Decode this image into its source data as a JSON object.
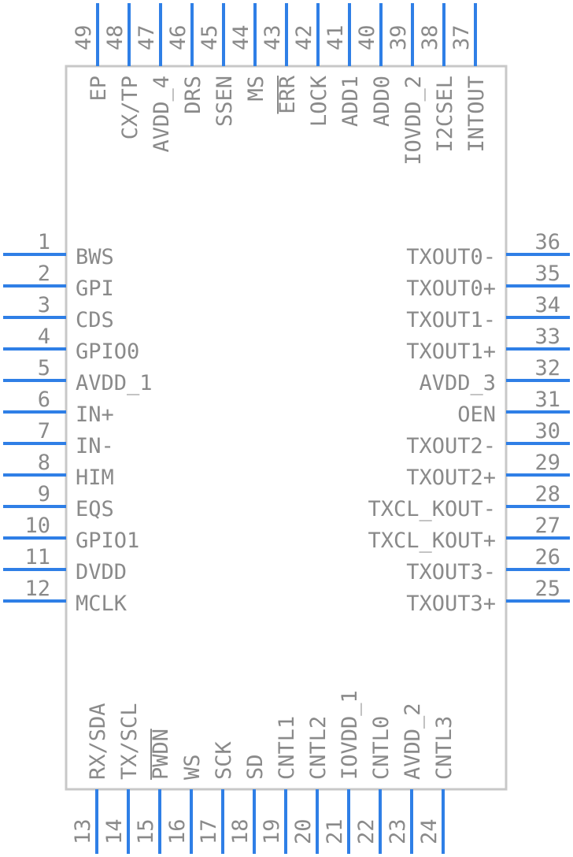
{
  "colors": {
    "pin": "#2f7fe6",
    "body_outline": "#c8c8c8",
    "text": "#8a8a8a"
  },
  "pins": {
    "left": [
      {
        "num": "1",
        "label": "BWS"
      },
      {
        "num": "2",
        "label": "GPI"
      },
      {
        "num": "3",
        "label": "CDS"
      },
      {
        "num": "4",
        "label": "GPIO0"
      },
      {
        "num": "5",
        "label": "AVDD_1"
      },
      {
        "num": "6",
        "label": "IN+"
      },
      {
        "num": "7",
        "label": "IN-"
      },
      {
        "num": "8",
        "label": "HIM"
      },
      {
        "num": "9",
        "label": "EQS"
      },
      {
        "num": "10",
        "label": "GPIO1"
      },
      {
        "num": "11",
        "label": "DVDD"
      },
      {
        "num": "12",
        "label": "MCLK"
      }
    ],
    "bottom": [
      {
        "num": "13",
        "label": "RX/SDA"
      },
      {
        "num": "14",
        "label": "TX/SCL"
      },
      {
        "num": "15",
        "label": "PWDN",
        "overbar": true
      },
      {
        "num": "16",
        "label": "WS"
      },
      {
        "num": "17",
        "label": "SCK"
      },
      {
        "num": "18",
        "label": "SD"
      },
      {
        "num": "19",
        "label": "CNTL1"
      },
      {
        "num": "20",
        "label": "CNTL2"
      },
      {
        "num": "21",
        "label": "IOVDD_1"
      },
      {
        "num": "22",
        "label": "CNTL0"
      },
      {
        "num": "23",
        "label": "AVDD_2"
      },
      {
        "num": "24",
        "label": "CNTL3"
      }
    ],
    "right": [
      {
        "num": "25",
        "label": "TXOUT3+"
      },
      {
        "num": "26",
        "label": "TXOUT3-"
      },
      {
        "num": "27",
        "label": "TXCL_KOUT+"
      },
      {
        "num": "28",
        "label": "TXCL_KOUT-"
      },
      {
        "num": "29",
        "label": "TXOUT2+"
      },
      {
        "num": "30",
        "label": "TXOUT2-"
      },
      {
        "num": "31",
        "label": "OEN"
      },
      {
        "num": "32",
        "label": "AVDD_3"
      },
      {
        "num": "33",
        "label": "TXOUT1+"
      },
      {
        "num": "34",
        "label": "TXOUT1-"
      },
      {
        "num": "35",
        "label": "TXOUT0+"
      },
      {
        "num": "36",
        "label": "TXOUT0-"
      }
    ],
    "top": [
      {
        "num": "37",
        "label": "INTOUT"
      },
      {
        "num": "38",
        "label": "I2CSEL"
      },
      {
        "num": "39",
        "label": "IOVDD_2"
      },
      {
        "num": "40",
        "label": "ADD0"
      },
      {
        "num": "41",
        "label": "ADD1"
      },
      {
        "num": "42",
        "label": "LOCK"
      },
      {
        "num": "43",
        "label": "ERR",
        "overbar": true
      },
      {
        "num": "44",
        "label": "MS"
      },
      {
        "num": "45",
        "label": "SSEN"
      },
      {
        "num": "46",
        "label": "DRS"
      },
      {
        "num": "47",
        "label": "AVDD_4"
      },
      {
        "num": "48",
        "label": "CX/TP"
      },
      {
        "num": "49",
        "label": "EP"
      }
    ]
  }
}
